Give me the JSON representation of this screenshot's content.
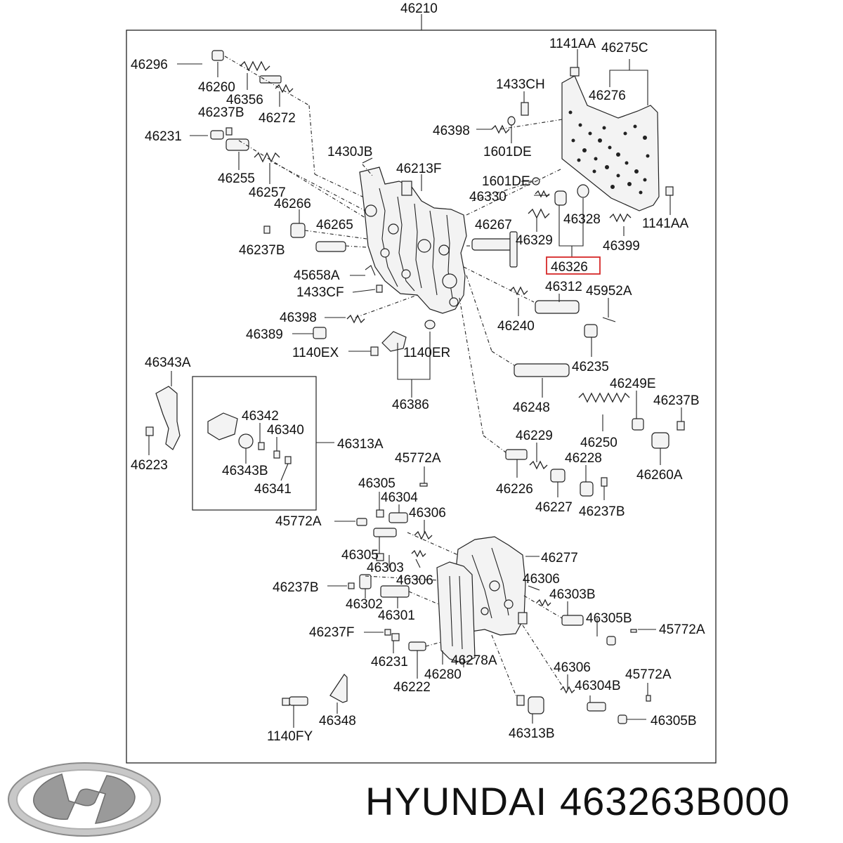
{
  "diagram": {
    "labels": {
      "top": "46210",
      "l46296": "46296",
      "l46260": "46260",
      "l46356": "46356",
      "l46237B_a": "46237B",
      "l46272": "46272",
      "l46231_a": "46231",
      "l46255": "46255",
      "l46257": "46257",
      "l46266": "46266",
      "l46265": "46265",
      "l46237B_b": "46237B",
      "l45658A": "45658A",
      "l1433CF": "1433CF",
      "l46398_b": "46398",
      "l46389": "46389",
      "l1140EX": "1140EX",
      "l1140ER": "1140ER",
      "l46386": "46386",
      "l1430JB": "1430JB",
      "l46213F": "46213F",
      "l1433CH": "1433CH",
      "l46398_a": "46398",
      "l1601DE_a": "1601DE",
      "l1601DE_b": "1601DE",
      "l46330": "46330",
      "l46267": "46267",
      "l46329": "46329",
      "l46328": "46328",
      "l46326": "46326",
      "l1141AA_a": "1141AA",
      "l46275C": "46275C",
      "l46276": "46276",
      "l1141AA_b": "1141AA",
      "l46399": "46399",
      "l46312": "46312",
      "l45952A": "45952A",
      "l46240": "46240",
      "l46235": "46235",
      "l46248": "46248",
      "l46249E": "46249E",
      "l46237B_c": "46237B",
      "l46250": "46250",
      "l46260A": "46260A",
      "l46229": "46229",
      "l46228": "46228",
      "l46226": "46226",
      "l46227": "46227",
      "l46237B_d": "46237B",
      "l46343A": "46343A",
      "l46223": "46223",
      "l46342": "46342",
      "l46340": "46340",
      "l46343B": "46343B",
      "l46341": "46341",
      "l46313A": "46313A",
      "l45772A_a": "45772A",
      "l46305_a": "46305",
      "l46304_a": "46304",
      "l46306_a": "46306",
      "l45772A_b": "45772A",
      "l46305_b": "46305",
      "l46303": "46303",
      "l46306_b": "46306",
      "l46237B_e": "46237B",
      "l46302": "46302",
      "l46301": "46301",
      "l46237F": "46237F",
      "l46231_b": "46231",
      "l46222": "46222",
      "l46280": "46280",
      "l46278A": "46278A",
      "l46277": "46277",
      "l46306_c": "46306",
      "l46303B": "46303B",
      "l46305B_a": "46305B",
      "l45772A_c": "45772A",
      "l46306_d": "46306",
      "l46304B": "46304B",
      "l45772A_d": "45772A",
      "l46305B_b": "46305B",
      "l46348": "46348",
      "l1140FY": "1140FY",
      "l46313B": "46313B"
    },
    "highlighted_part": "46326",
    "highlight_color": "#d62828"
  },
  "footer": {
    "brand": "HYUNDAI",
    "part_number": "463263B000",
    "logo_name": "hyundai-logo"
  }
}
